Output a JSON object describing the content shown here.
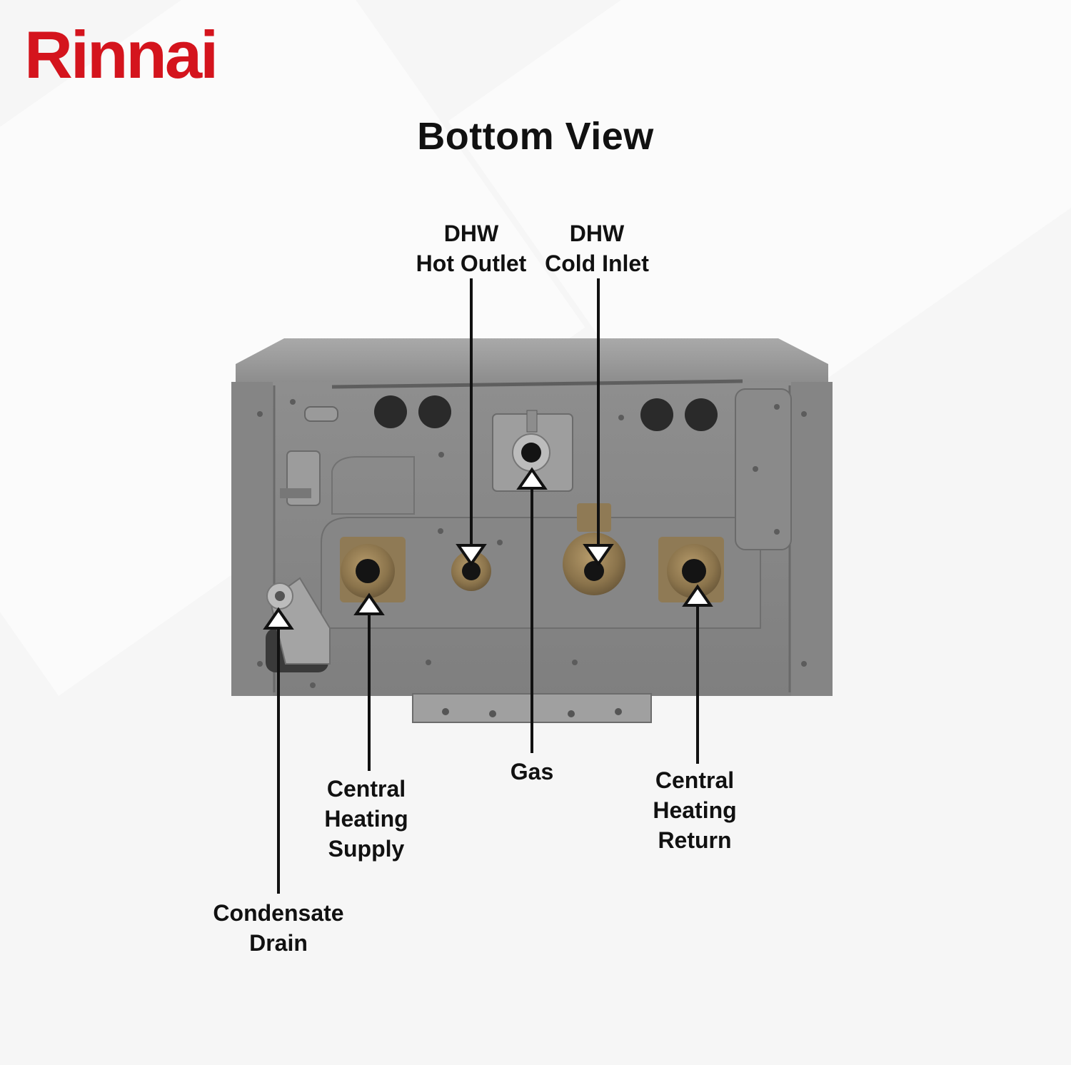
{
  "brand": {
    "logo_text": "Rinnai",
    "color": "#d4141d"
  },
  "title": "Bottom View",
  "labels": {
    "dhw_hot_outlet": {
      "line1": "DHW",
      "line2": "Hot Outlet"
    },
    "dhw_cold_inlet": {
      "line1": "DHW",
      "line2": "Cold Inlet"
    },
    "gas": {
      "line1": "Gas"
    },
    "central_heating_supply": {
      "line1": "Central",
      "line2": "Heating",
      "line3": "Supply"
    },
    "central_heating_return": {
      "line1": "Central",
      "line2": "Heating",
      "line3": "Return"
    },
    "condensate_drain": {
      "line1": "Condensate",
      "line2": "Drain"
    }
  },
  "colors": {
    "unit_body": "#8a8a8a",
    "unit_dark": "#6f6f6f",
    "brass": "#8f7a55",
    "pipe_hole": "#141414",
    "arrow": "#111111"
  }
}
